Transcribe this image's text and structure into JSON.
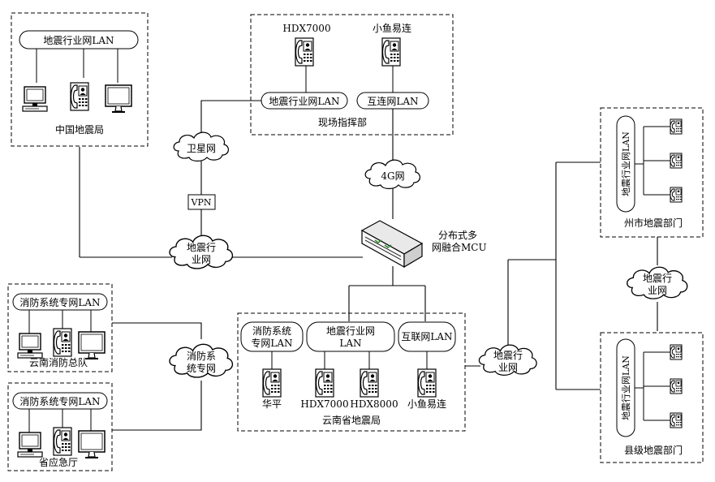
{
  "blocks": {
    "cea": {
      "lan": "地震行业网LAN",
      "name": "中国地震局"
    },
    "site": {
      "dev1": "HDX7000",
      "dev2": "小鱼易连",
      "lan1": "地震行业网LAN",
      "lan2": "互连网LAN",
      "name": "现场指挥部"
    },
    "fire_corps": {
      "lan": "消防系统专网LAN",
      "name": "云南消防总队"
    },
    "emergency": {
      "lan": "消防系统专网LAN",
      "name": "省应急厅"
    },
    "yunnan": {
      "lan1_l1": "消防系统",
      "lan1_l2": "专网LAN",
      "lan2_l1": "地震行业网",
      "lan2_l2": "LAN",
      "lan3": "互联网LAN",
      "dev1": "华平",
      "dev2": "HDX7000",
      "dev3": "HDX8000",
      "dev4": "小鱼易连",
      "name": "云南省地震局"
    },
    "prefecture": {
      "lan": "地震行业网LAN",
      "name": "州市地震部门"
    },
    "county": {
      "lan": "地震行业网LAN",
      "name": "县级地震部门"
    }
  },
  "clouds": {
    "satellite": "卫星网",
    "g4": "4G网",
    "eq_center_l1": "地震行",
    "eq_center_l2": "业网",
    "fire_l1": "消防系",
    "fire_l2": "统专网",
    "eq_right_l1": "地震行",
    "eq_right_l2": "业网",
    "eq_far_l1": "地震行",
    "eq_far_l2": "业网"
  },
  "vpn": "VPN",
  "mcu": {
    "l1": "分布式多",
    "l2": "网融合MCU"
  }
}
